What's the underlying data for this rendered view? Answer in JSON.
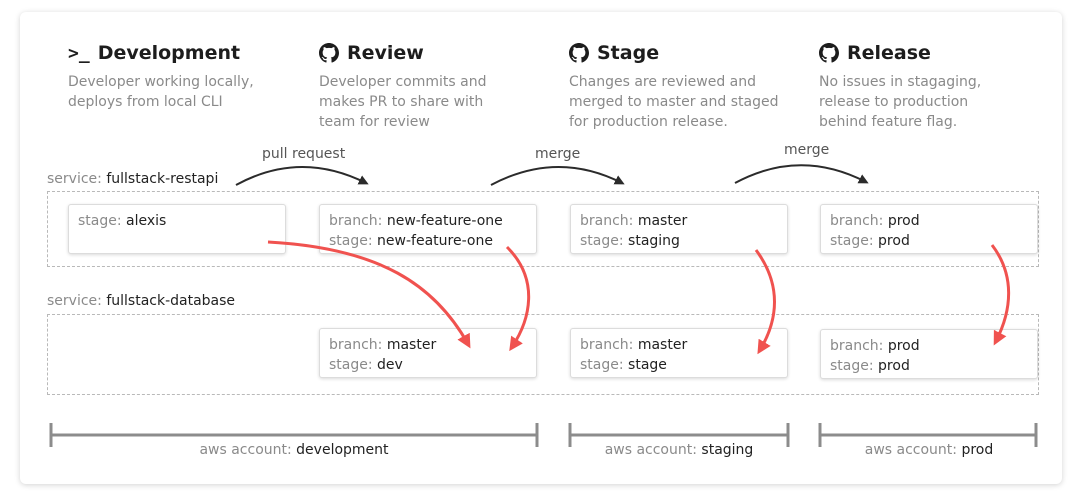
{
  "stages": [
    {
      "icon": "terminal-icon",
      "title": "Development",
      "desc": [
        "Developer working locally,",
        "deploys from local CLI"
      ]
    },
    {
      "icon": "github-icon",
      "title": "Review",
      "desc": [
        "Developer commits and",
        "makes PR to share with",
        "team for review"
      ]
    },
    {
      "icon": "github-icon",
      "title": "Stage",
      "desc": [
        "Changes are reviewed and",
        "merged to master and staged",
        "for production release."
      ]
    },
    {
      "icon": "github-icon",
      "title": "Release",
      "desc": [
        "No issues in stagaging,",
        "release to production",
        "behind feature flag."
      ]
    }
  ],
  "flows": [
    "pull request",
    "merge",
    "merge"
  ],
  "services": [
    {
      "key": "service:",
      "name": "fullstack-restapi"
    },
    {
      "key": "service:",
      "name": "fullstack-database"
    }
  ],
  "restapi_cards": [
    {
      "lines": [
        {
          "k": "stage:",
          "v": "alexis"
        }
      ]
    },
    {
      "lines": [
        {
          "k": "branch:",
          "v": "new-feature-one"
        },
        {
          "k": "stage:",
          "v": "new-feature-one"
        }
      ]
    },
    {
      "lines": [
        {
          "k": "branch:",
          "v": "master"
        },
        {
          "k": "stage:",
          "v": "staging"
        }
      ]
    },
    {
      "lines": [
        {
          "k": "branch:",
          "v": "prod"
        },
        {
          "k": "stage:",
          "v": "prod"
        }
      ]
    }
  ],
  "database_cards": [
    {
      "lines": [
        {
          "k": "branch:",
          "v": "master"
        },
        {
          "k": "stage:",
          "v": "dev"
        }
      ]
    },
    {
      "lines": [
        {
          "k": "branch:",
          "v": "master"
        },
        {
          "k": "stage:",
          "v": "stage"
        }
      ]
    },
    {
      "lines": [
        {
          "k": "branch:",
          "v": "prod"
        },
        {
          "k": "stage:",
          "v": "prod"
        }
      ]
    }
  ],
  "accounts": [
    {
      "key": "aws account:",
      "name": "development"
    },
    {
      "key": "aws account:",
      "name": "staging"
    },
    {
      "key": "aws account:",
      "name": "prod"
    }
  ],
  "colors": {
    "arrow_red": "#f0524f",
    "arrow_dark": "#2b2b2b",
    "bracket": "#8c8c8c"
  }
}
